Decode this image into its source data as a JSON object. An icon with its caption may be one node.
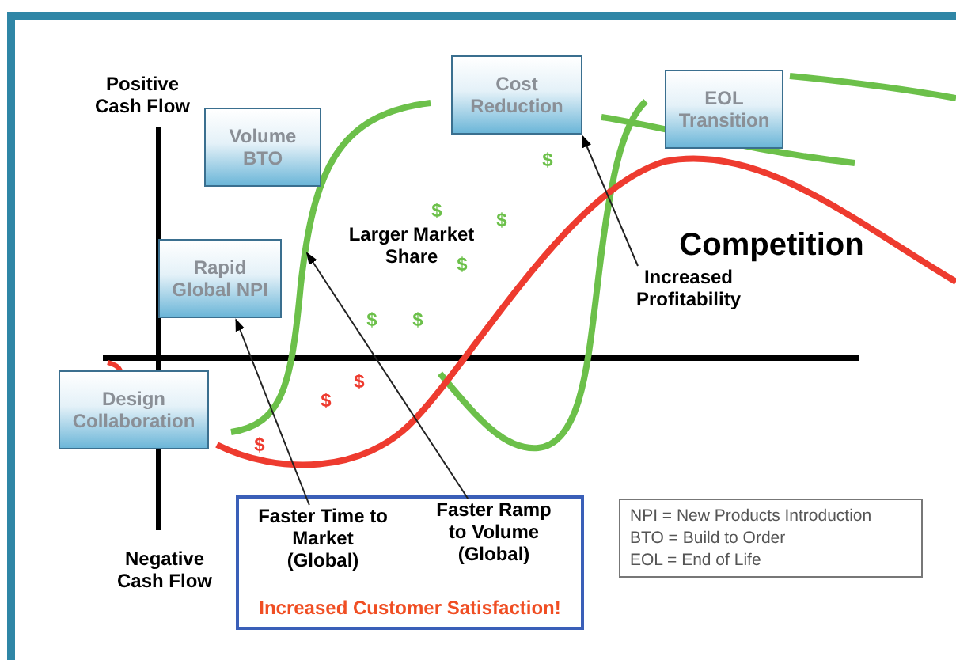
{
  "diagram": {
    "nodes": [
      {
        "text": [
          "Volume BTO"
        ]
      },
      {
        "text": [
          "Cost Reduction"
        ]
      },
      {
        "text": [
          "EOL Transition"
        ]
      },
      {
        "text": [
          "Rapid Global NPI"
        ]
      },
      {
        "text": [
          "Design Collaboration"
        ]
      },
      {
        "text": [
          "Increased Customer Satisfaction!"
        ]
      },
      {
        "text": [
          "Faster Time to Market (Global)"
        ],
        "in": 5
      },
      {
        "text": [
          "Faster Ramp to Volume (Global)"
        ],
        "in": 5
      },
      {
        "text": [
          "Increased Profitability"
        ]
      },
      {
        "text": [
          "NPI = New Products Introduction",
          "BTO = Build to Order",
          "EOL = End of Life"
        ]
      },
      {
        "text": [],
        "shape": "curve"
      }
    ],
    "edges": [
      {
        "from": 6,
        "to": 3,
        "arrow": "to"
      },
      {
        "from": 7,
        "to": 10,
        "arrow": "to"
      },
      {
        "from": 8,
        "to": 1,
        "arrow": "to"
      }
    ],
    "labels": [
      "Positive Cash Flow",
      "$",
      "$",
      "$",
      "Larger Market Share",
      "$",
      "Competition",
      "$",
      "$",
      "$",
      "$",
      "$",
      "Negative Cash Flow"
    ]
  }
}
